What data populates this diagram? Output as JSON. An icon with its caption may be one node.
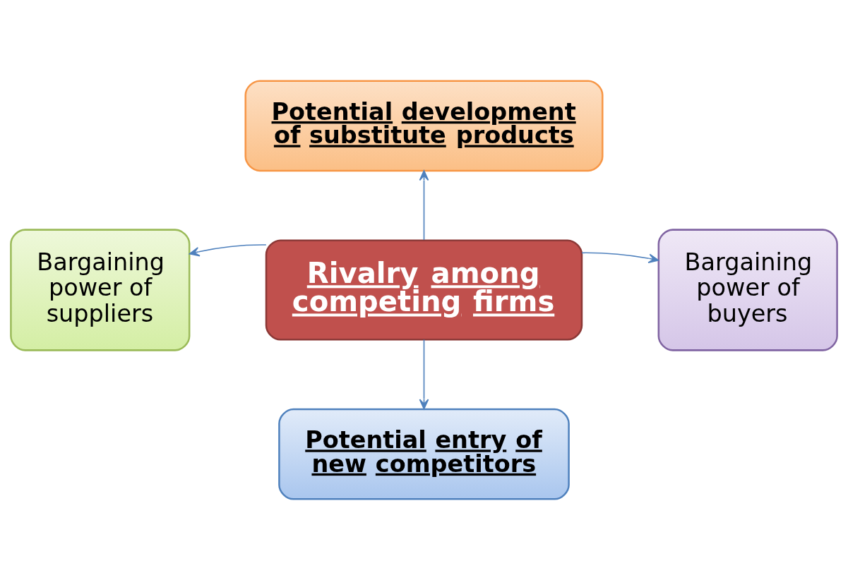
{
  "diagram": {
    "nodes": [
      {
        "text": [
          "Potential development of substitute products"
        ]
      },
      {
        "text": [
          "Bargaining power of suppliers"
        ]
      },
      {
        "text": [
          "Rivalry among competing firms"
        ]
      },
      {
        "text": [
          "Bargaining power of buyers"
        ]
      },
      {
        "text": [
          "Potential entry of new competitors"
        ]
      }
    ],
    "edges": [
      {
        "from": 2,
        "to": 0,
        "arrow": "to"
      },
      {
        "from": 2,
        "to": 1,
        "arrow": "to"
      },
      {
        "from": 2,
        "to": 3,
        "arrow": "to"
      },
      {
        "from": 2,
        "to": 4,
        "arrow": "to"
      }
    ]
  }
}
